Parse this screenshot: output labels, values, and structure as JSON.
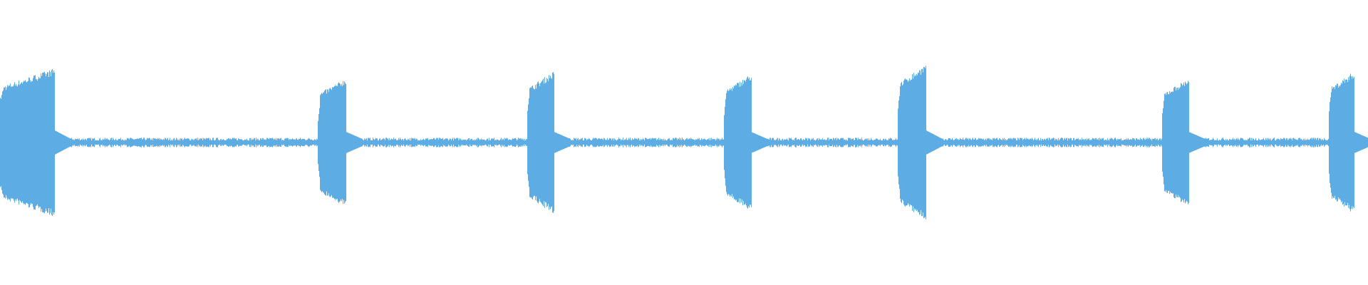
{
  "waveform": {
    "color": "#5dace3",
    "background": "#ffffff",
    "bursts": [
      {
        "start": 0.0,
        "end": 0.04,
        "attack": 0.6,
        "peak": 0.52,
        "tail": 0.06
      },
      {
        "start": 0.232,
        "end": 0.253,
        "attack": 0.3,
        "peak": 0.45,
        "tail": 0.05
      },
      {
        "start": 0.385,
        "end": 0.405,
        "attack": 0.4,
        "peak": 0.5,
        "tail": 0.05
      },
      {
        "start": 0.529,
        "end": 0.549,
        "attack": 0.4,
        "peak": 0.48,
        "tail": 0.05
      },
      {
        "start": 0.656,
        "end": 0.677,
        "attack": 0.4,
        "peak": 0.55,
        "tail": 0.06
      },
      {
        "start": 0.849,
        "end": 0.869,
        "attack": 0.35,
        "peak": 0.45,
        "tail": 0.05
      },
      {
        "start": 0.971,
        "end": 0.99,
        "attack": 0.4,
        "peak": 0.5,
        "tail": 0.05
      }
    ],
    "noise_floor": 0.02
  }
}
